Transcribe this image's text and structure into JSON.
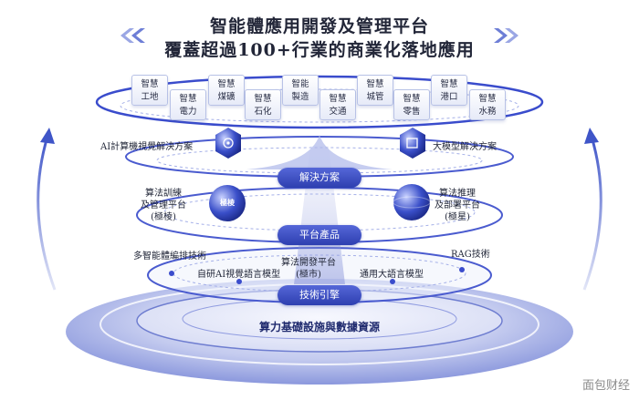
{
  "title": {
    "line1": "智能體應用開發及管理平台",
    "line2": "覆蓋超過100+行業的商業化落地應用"
  },
  "industries": [
    {
      "top": "智慧",
      "bottom": "工地"
    },
    {
      "top": "智慧",
      "bottom": "電力"
    },
    {
      "top": "智慧",
      "bottom": "煤礦"
    },
    {
      "top": "智慧",
      "bottom": "石化"
    },
    {
      "top": "智能",
      "bottom": "製造"
    },
    {
      "top": "智慧",
      "bottom": "交通"
    },
    {
      "top": "智慧",
      "bottom": "城管"
    },
    {
      "top": "智慧",
      "bottom": "零售"
    },
    {
      "top": "智慧",
      "bottom": "港口"
    },
    {
      "top": "智慧",
      "bottom": "水務"
    }
  ],
  "solutions": {
    "bar": "解決方案",
    "left": "AI計算機視覺解決方案",
    "right": "大模型解決方案"
  },
  "platform": {
    "bar": "平台產品",
    "left_lines": [
      "算法訓練",
      "及管理平台",
      "(極棱)"
    ],
    "left_logo": "極棱",
    "right_lines": [
      "算法推理",
      "及部署平台",
      "(極星)"
    ]
  },
  "engine": {
    "bar": "技術引擎",
    "items": {
      "agent": "多智能體編排技術",
      "vision": "自研AI視覺語言模型",
      "algo_lines": [
        "算法開發平台",
        "(極市)"
      ],
      "llm": "通用大語言模型",
      "rag": "RAG技術"
    }
  },
  "infra": {
    "label": "算力基礎設施與數據資源"
  },
  "watermark": "面包财经",
  "colors": {
    "accent": "#3346c0",
    "ring": "#5a6bd6",
    "title": "#222638"
  }
}
